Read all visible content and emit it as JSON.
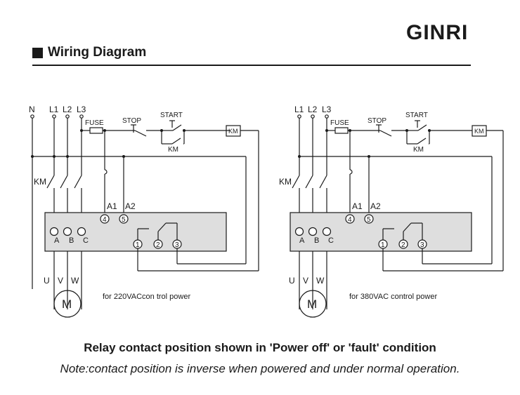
{
  "header": {
    "brand": "GINRI",
    "section_title": "Wiring Diagram"
  },
  "left_circuit": {
    "lines": [
      "N",
      "L1",
      "L2",
      "L3"
    ],
    "fuse": "FUSE",
    "stop": "STOP",
    "start": "START",
    "contactor": "KM",
    "km_contact": "KM",
    "contactor_coil": "KM",
    "terminals_top": [
      "A1",
      "A2"
    ],
    "terminal_nums": [
      "4",
      "5"
    ],
    "phase_inputs": [
      "A",
      "B",
      "C"
    ],
    "relay_terminals": [
      "1",
      "2",
      "3"
    ],
    "outputs": [
      "U",
      "V",
      "W"
    ],
    "motor": "M",
    "label": "for 220VACcon trol power"
  },
  "right_circuit": {
    "lines": [
      "L1",
      "L2",
      "L3"
    ],
    "fuse": "FUSE",
    "stop": "STOP",
    "start": "START",
    "contactor": "KM",
    "km_contact": "KM",
    "contactor_coil": "KM",
    "terminals_top": [
      "A1",
      "A2"
    ],
    "terminal_nums": [
      "4",
      "5"
    ],
    "phase_inputs": [
      "A",
      "B",
      "C"
    ],
    "relay_terminals": [
      "1",
      "2",
      "3"
    ],
    "outputs": [
      "U",
      "V",
      "W"
    ],
    "motor": "M",
    "label": "for 380VAC control power"
  },
  "caption": "Relay contact position shown in 'Power off' or  'fault' condition",
  "note": "Note:contact position is inverse when powered and under normal operation."
}
